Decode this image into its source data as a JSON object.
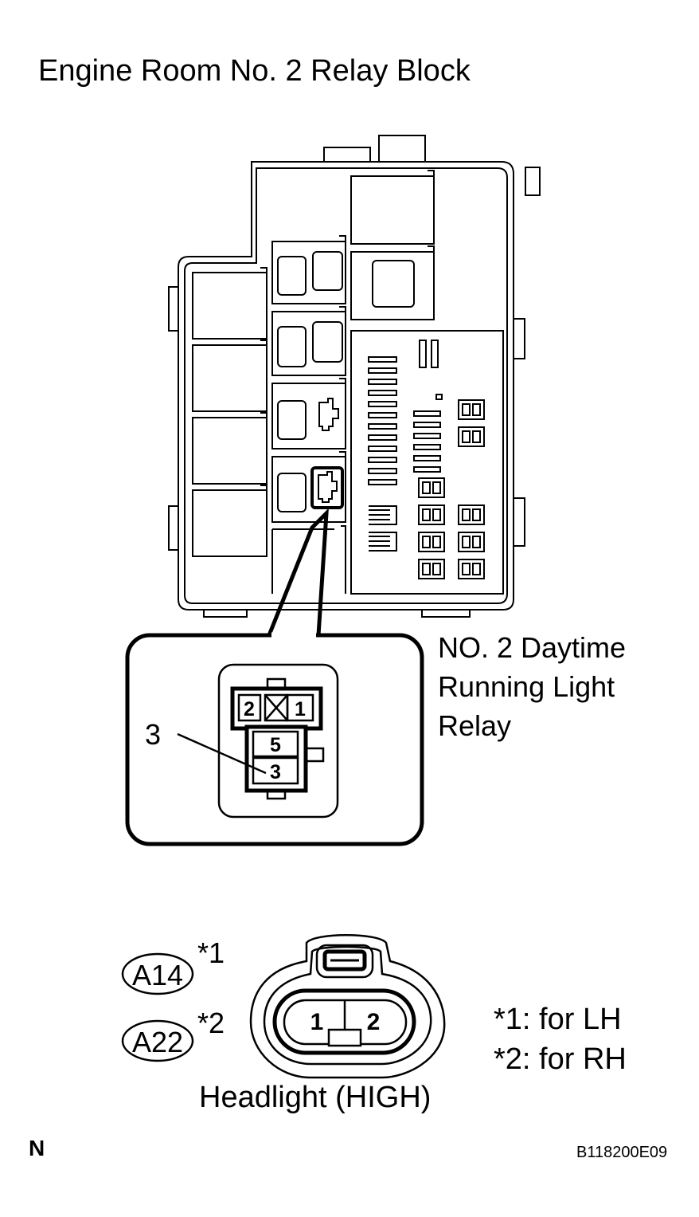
{
  "title": "Engine Room No. 2 Relay Block",
  "relay": {
    "label_lines": [
      "NO. 2 Daytime",
      "Running Light",
      "Relay"
    ],
    "callout_pin": "3",
    "pins": [
      "2",
      "1",
      "5",
      "3"
    ]
  },
  "headlight": {
    "caption": "Headlight (HIGH)",
    "connector_codes": [
      "A14",
      "A22"
    ],
    "code_marks": [
      "*1",
      "*2"
    ],
    "pins": [
      "1",
      "2"
    ]
  },
  "notes": [
    "*1: for LH",
    "*2: for RH"
  ],
  "north_mark": "N",
  "figure_id": "B118200E09"
}
